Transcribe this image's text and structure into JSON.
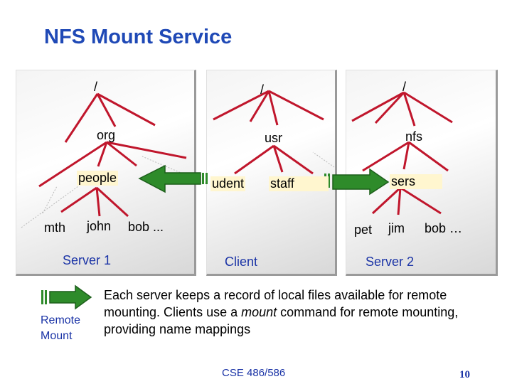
{
  "title": "NFS Mount Service",
  "server1": {
    "root": "/",
    "org": "org",
    "people": "people",
    "mth": "mth",
    "john": "john",
    "bob": "bob ...",
    "caption": "Server 1"
  },
  "client": {
    "root": "/",
    "usr": "usr",
    "students": "udent",
    "staff": "staff",
    "caption": "Client"
  },
  "server2": {
    "root": "/",
    "nfs": "nfs",
    "users": "sers",
    "pet": "pet",
    "jim": "jim",
    "bob": "bob …",
    "caption": "Server 2"
  },
  "legend": {
    "line1": "Remote",
    "line2": "Mount"
  },
  "description": {
    "part1": "Each server keeps a record of local files available for remote mounting.  Clients use a ",
    "emphasis": "mount",
    "part2": " command for remote mounting, providing name mappings"
  },
  "footer": "CSE 486/586",
  "page_number": "10",
  "colors": {
    "tree_lines": "#c0162c",
    "arrow_fill": "#2e8b2a",
    "title": "#1f49b6",
    "caption": "#1a33a6"
  }
}
